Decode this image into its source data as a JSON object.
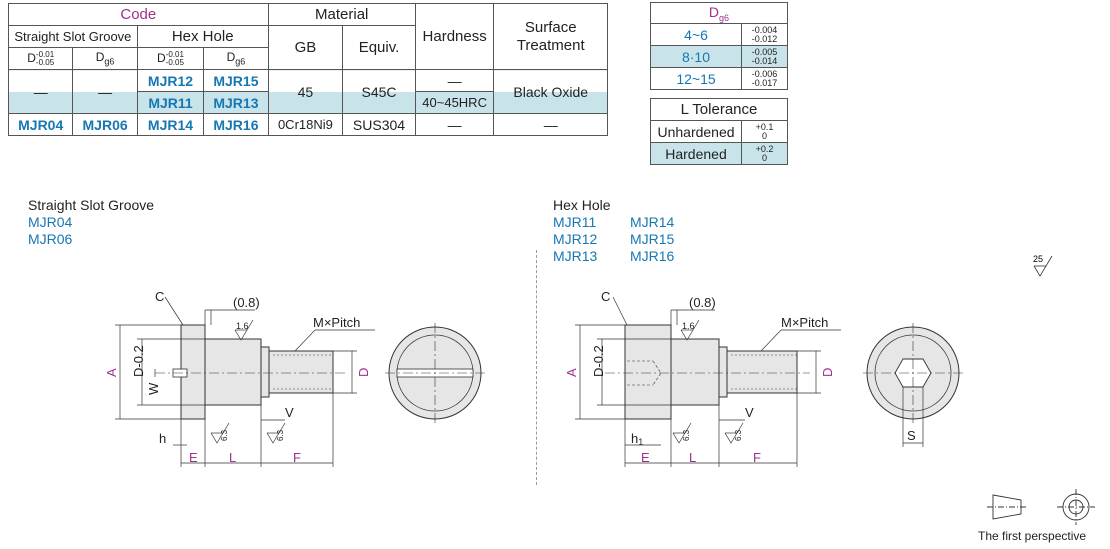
{
  "spec_table": {
    "header": {
      "code": "Code",
      "material": "Material",
      "hardness": "Hardness",
      "surface_treatment": "Surface Treatment",
      "straight_slot_groove": "Straight Slot Groove",
      "hex_hole": "Hex Hole",
      "gb": "GB",
      "equiv": "Equiv.",
      "d_tol": "D",
      "d_tol_sup": "-0.01",
      "d_tol_sub": "-0.05",
      "dg6": "D",
      "dg6_sub": "g6"
    },
    "rows": [
      {
        "slot_d": "—",
        "slot_dg6": "—",
        "hex_d": "MJR12",
        "hex_dg6": "MJR15",
        "gb": "45",
        "equiv": "S45C",
        "hardness": "—",
        "surface": "Black Oxide"
      },
      {
        "hex_d": "MJR11",
        "hex_dg6": "MJR13",
        "hardness": "40~45HRC"
      },
      {
        "slot_d": "MJR04",
        "slot_dg6": "MJR06",
        "hex_d": "MJR14",
        "hex_dg6": "MJR16",
        "gb": "0Cr18Ni9",
        "equiv": "SUS304",
        "hardness": "—",
        "surface": "—"
      }
    ]
  },
  "dg6_table": {
    "title": "D",
    "title_sub": "g6",
    "rows": [
      {
        "range": "4~6",
        "upper": "-0.004",
        "lower": "-0.012"
      },
      {
        "range": "8·10",
        "upper": "-0.005",
        "lower": "-0.014"
      },
      {
        "range": "12~15",
        "upper": "-0.006",
        "lower": "-0.017"
      }
    ]
  },
  "l_table": {
    "title": "L Tolerance",
    "rows": [
      {
        "label": "Unhardened",
        "upper": "+0.1",
        "lower": "0"
      },
      {
        "label": "Hardened",
        "upper": "+0.2",
        "lower": "0"
      }
    ]
  },
  "left_drawing": {
    "title": "Straight Slot Groove",
    "codes": [
      "MJR04",
      "MJR06"
    ],
    "labels": {
      "c": "C",
      "gap": "(0.8)",
      "rough1": "1.6",
      "thread": "M×Pitch",
      "a": "A",
      "d02": "D-0.2",
      "w": "W",
      "d": "D",
      "v": "V",
      "h": "h",
      "e": "E",
      "l": "L",
      "f": "F",
      "r63a": "6.3",
      "r63b": "6.3"
    }
  },
  "right_drawing": {
    "title": "Hex Hole",
    "codes": [
      "MJR11",
      "MJR14",
      "MJR12",
      "MJR15",
      "MJR13",
      "MJR16"
    ],
    "labels": {
      "c": "C",
      "gap": "(0.8)",
      "rough1": "1.6",
      "thread": "M×Pitch",
      "a": "A",
      "d02": "D-0.2",
      "d": "D",
      "v": "V",
      "h1": "h",
      "h1_sub": "1",
      "e": "E",
      "l": "L",
      "f": "F",
      "s": "S",
      "r63a": "6.3",
      "r63b": "6.3"
    }
  },
  "general_roughness": "25",
  "projection_label": "The first perspective"
}
